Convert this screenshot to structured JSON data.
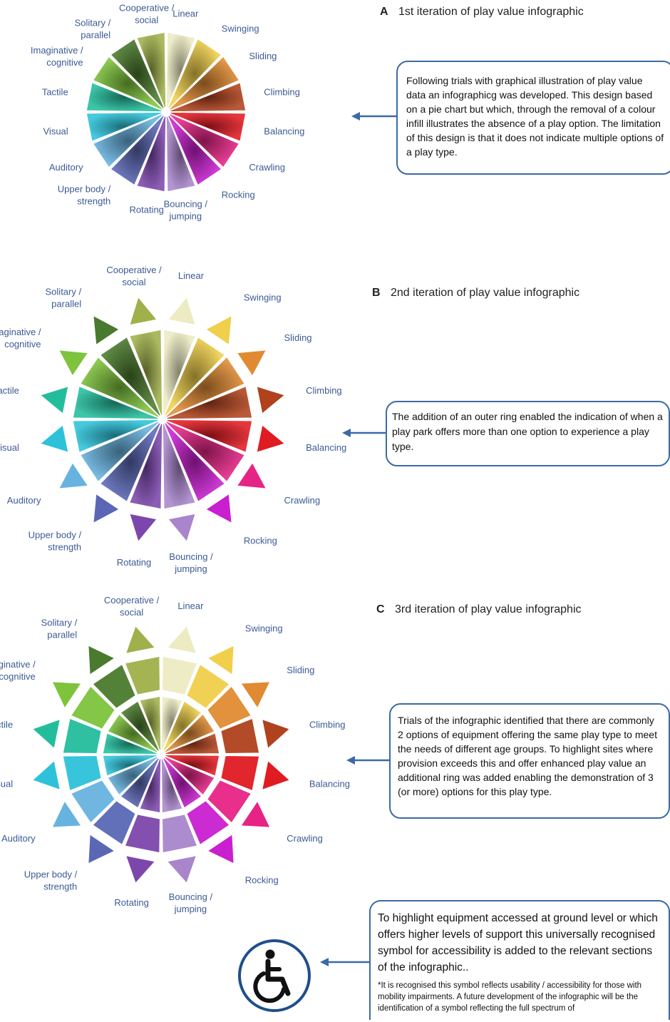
{
  "colors": {
    "accent": "#3b6aa6",
    "label_text": "#3c5a95",
    "segments": {
      "linear": "#ecebc2",
      "swinging": "#f0cf4b",
      "sliding": "#e08b32",
      "climbing": "#b0421d",
      "balancing": "#e01b22",
      "crawling": "#e62485",
      "rocking": "#c91fd0",
      "bouncing": "#a985cc",
      "rotating": "#7c47ac",
      "upper_body": "#5a67b5",
      "auditory": "#67b3df",
      "visual": "#2dc2d9",
      "tactile": "#23bd9c",
      "imaginative": "#7ec33c",
      "solitary": "#4a7a2d",
      "cooperative": "#a0b04a"
    }
  },
  "play_types": [
    "Linear",
    "Swinging",
    "Sliding",
    "Climbing",
    "Balancing",
    "Crawling",
    "Rocking",
    "Bouncing / jumping",
    "Rotating",
    "Upper body / strength",
    "Auditory",
    "Visual",
    "Tactile",
    "Imaginative / cognitive",
    "Solitary / parallel",
    "Cooperative / social"
  ],
  "sections": [
    {
      "letter": "A",
      "title": "1st iteration of play value infographic",
      "description": "Following trials with graphical illustration of play value data an infographicg was developed. This design based on a pie chart but which, through the removal of a colour infill illustrates the absence of a play option. The limitation of this design is that it does not indicate multiple options of a play type."
    },
    {
      "letter": "B",
      "title": "2nd iteration of play value infographic",
      "description": "The addition of an outer ring enabled the indication of when a play park offers more than one option to experience a play type."
    },
    {
      "letter": "C",
      "title": "3rd iteration of play value infographic",
      "description": "Trials of the infographic identified that there are commonly 2 options of equipment offering the same play type to meet the needs of different age groups. To highlight sites where provision exceeds this and offer enhanced play value an additional ring was added enabling the demonstration of 3 (or more) options for this play type."
    }
  ],
  "accessibility": {
    "icon": "wheelchair-accessibility-icon",
    "description": "To highlight equipment accessed at ground level or which offers higher levels of support this universally recognised symbol for accessibility is added to the relevant sections of the infographic..",
    "footnote": "*It is recognised this symbol reflects usability / accessibility for those with mobility impairments. A future development of the infographic will be the identification of a symbol reflecting the full spectrum of"
  }
}
